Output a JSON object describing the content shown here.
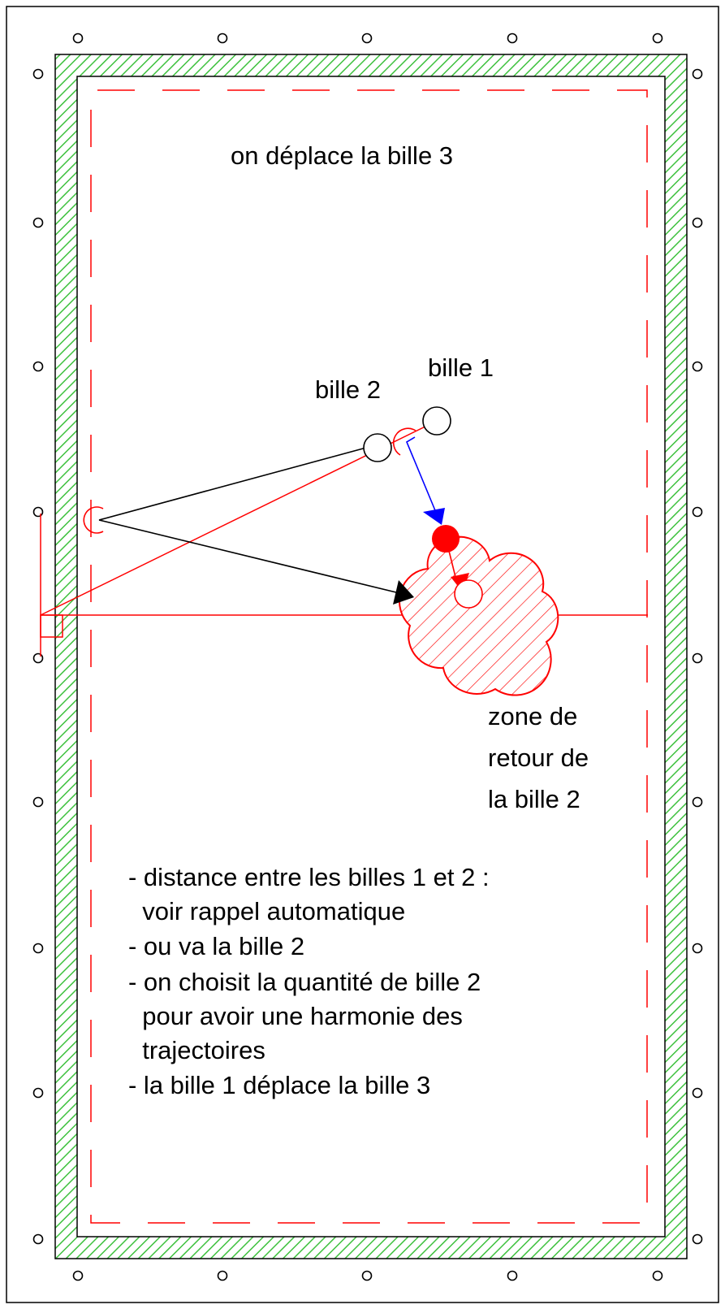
{
  "title": "on déplace la bille 3",
  "balls": {
    "ball1_label": "bille 1",
    "ball2_label": "bille 2"
  },
  "zone_label": {
    "line1": "zone de",
    "line2": "retour de",
    "line3": "la bille 2"
  },
  "notes": [
    "- distance entre les billes 1 et 2 :",
    "  voir rappel automatique",
    "- ou va la bille 2",
    "- on choisit la quantité de bille 2",
    "  pour avoir une harmonie des",
    "  trajectoires",
    "- la bille 1 déplace la bille 3"
  ],
  "colors": {
    "rail_fill": "#3ec13e",
    "aiming_red": "#ff0000",
    "ball1_path_blue": "#0000ff",
    "ball2_path_black": "#000000"
  }
}
